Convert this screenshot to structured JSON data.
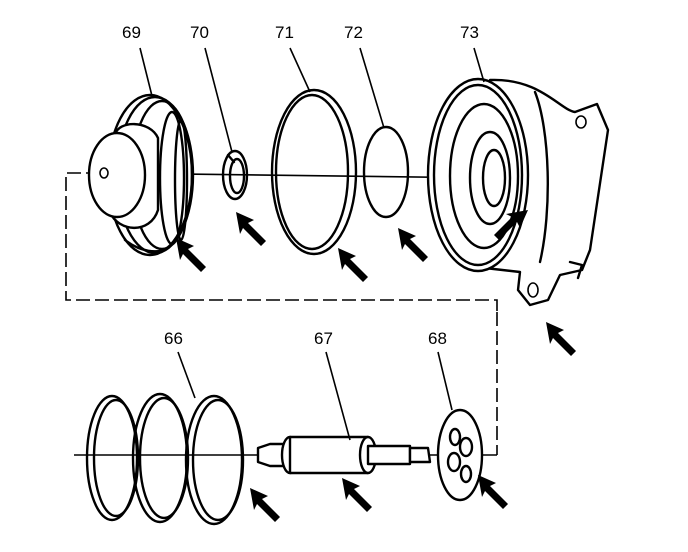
{
  "diagram": {
    "parts": [
      {
        "id": "69",
        "label": "69"
      },
      {
        "id": "70",
        "label": "70"
      },
      {
        "id": "71",
        "label": "71"
      },
      {
        "id": "72",
        "label": "72"
      },
      {
        "id": "73",
        "label": "73"
      },
      {
        "id": "66",
        "label": "66"
      },
      {
        "id": "67",
        "label": "67"
      },
      {
        "id": "68",
        "label": "68"
      }
    ],
    "colors": {
      "ink": "#000000",
      "background": "#ffffff"
    },
    "arrow_count": 9
  }
}
